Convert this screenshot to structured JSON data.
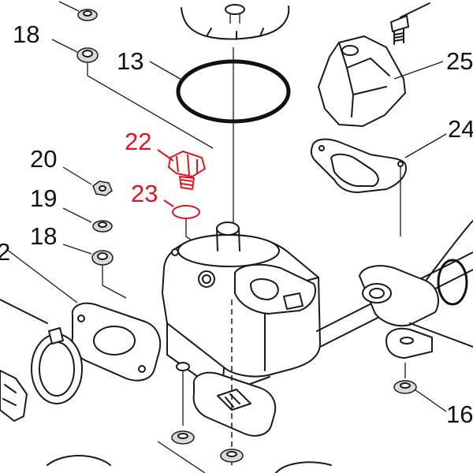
{
  "diagram": {
    "callouts": [
      {
        "id": "c18a",
        "text": "18",
        "highlight": false
      },
      {
        "id": "c13",
        "text": "13",
        "highlight": false
      },
      {
        "id": "c25",
        "text": "25",
        "highlight": false
      },
      {
        "id": "c24",
        "text": "24",
        "highlight": false
      },
      {
        "id": "c22",
        "text": "22",
        "highlight": true
      },
      {
        "id": "c23",
        "text": "23",
        "highlight": true
      },
      {
        "id": "c20",
        "text": "20",
        "highlight": false
      },
      {
        "id": "c19",
        "text": "19",
        "highlight": false
      },
      {
        "id": "c18b",
        "text": "18",
        "highlight": false
      },
      {
        "id": "c12",
        "text": "2",
        "highlight": false
      },
      {
        "id": "c16",
        "text": "16",
        "highlight": false
      }
    ],
    "colors": {
      "line": "#1a1a1a",
      "highlight": "#e0141e",
      "background": "#ffffff"
    }
  }
}
